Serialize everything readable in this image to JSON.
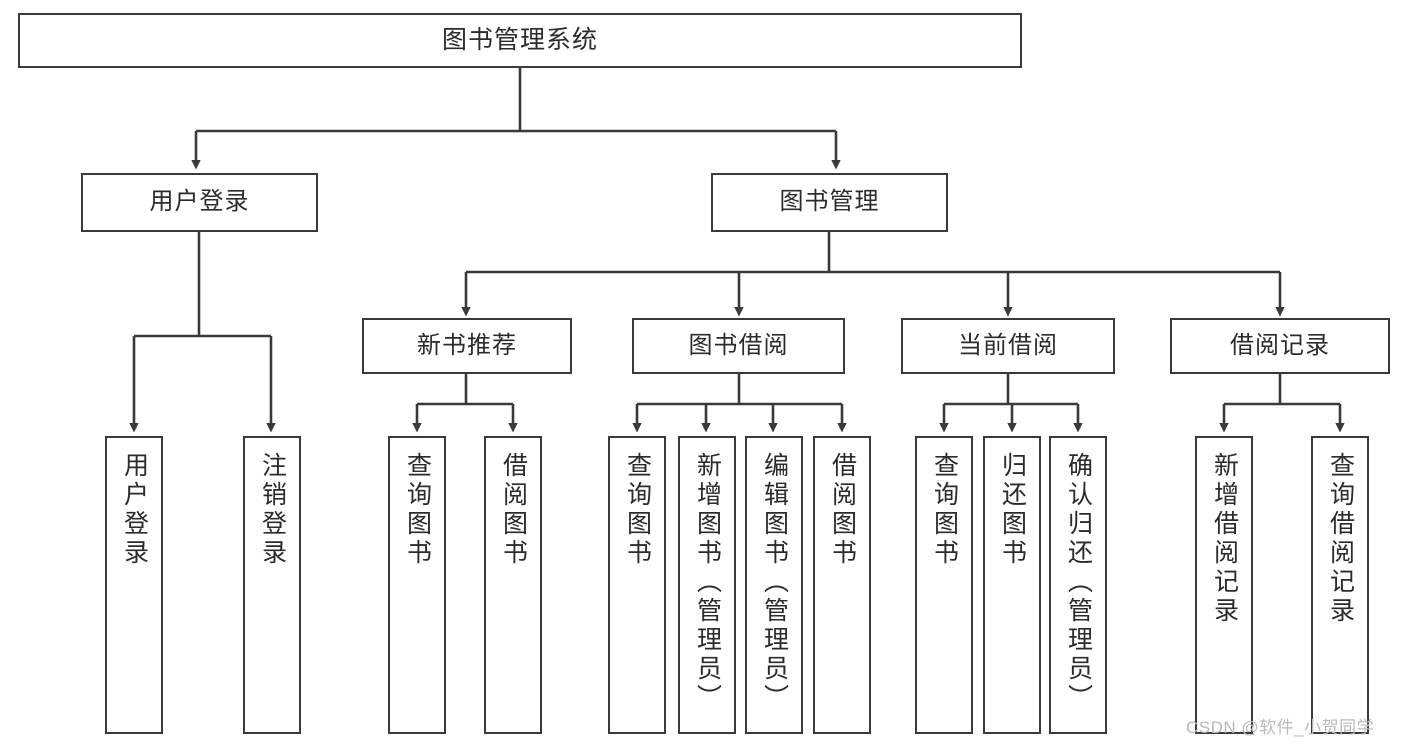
{
  "diagram": {
    "title": "图书管理系统",
    "type": "hierarchy-tree",
    "root": {
      "label": "图书管理系统"
    },
    "level2": [
      {
        "label": "用户登录"
      },
      {
        "label": "图书管理"
      }
    ],
    "level3": [
      {
        "label": "新书推荐"
      },
      {
        "label": "图书借阅"
      },
      {
        "label": "当前借阅"
      },
      {
        "label": "借阅记录"
      }
    ],
    "leaves": [
      {
        "label": "用户登录"
      },
      {
        "label": "注销登录"
      },
      {
        "label": "查询图书"
      },
      {
        "label": "借阅图书"
      },
      {
        "label": "查询图书"
      },
      {
        "label": "新增图书（管理员）"
      },
      {
        "label": "编辑图书（管理员）"
      },
      {
        "label": "借阅图书"
      },
      {
        "label": "查询图书"
      },
      {
        "label": "归还图书"
      },
      {
        "label": "确认归还（管理员）"
      },
      {
        "label": "新增借阅记录"
      },
      {
        "label": "查询借阅记录"
      }
    ]
  },
  "watermark": {
    "text": "CSDN @软件_小贺同学"
  },
  "colors": {
    "stroke": "#3a3a3a",
    "text": "#2b2b2b",
    "background": "#ffffff",
    "watermark": "#b9b9b9"
  }
}
